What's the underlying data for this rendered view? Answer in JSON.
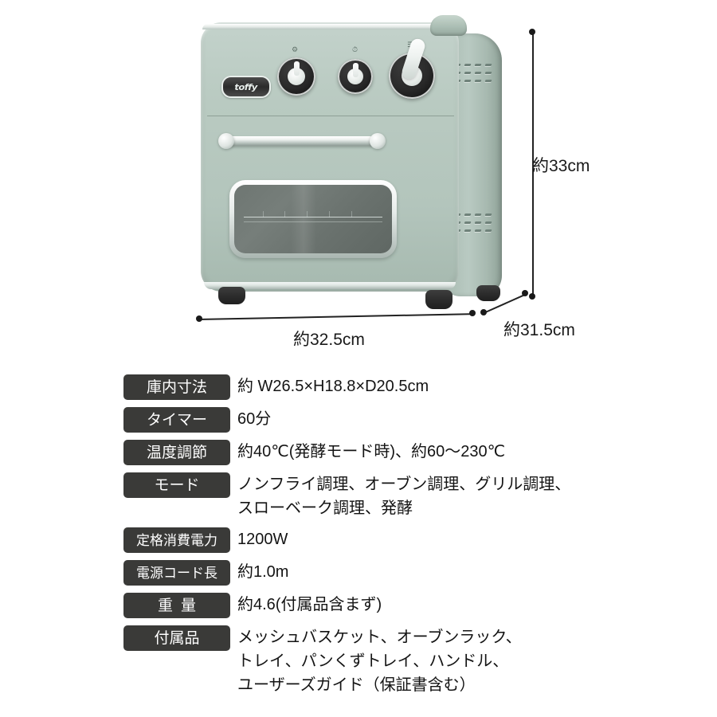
{
  "product": {
    "brand_logo": "toffy",
    "body_color": "#b5c8bf",
    "accent_dark": "#2a2a2a",
    "chrome_color": "#e7ecea",
    "knobs": [
      {
        "name": "mode-knob",
        "icon": "power-dial-icon"
      },
      {
        "name": "timer-knob",
        "icon": "timer-icon"
      },
      {
        "name": "temperature-knob",
        "icon": "temperature-icon"
      }
    ],
    "knob_icon_glyphs": {
      "mode": "⚙",
      "timer": "⏱",
      "temperature": "☲"
    }
  },
  "dimensions": {
    "height": "約33cm",
    "width": "約32.5cm",
    "depth": "約31.5cm"
  },
  "spec_table": {
    "badge_color": "#3a3a38",
    "rows": [
      {
        "label": "庫内寸法",
        "value": "約 W26.5×H18.8×D20.5cm"
      },
      {
        "label": "タイマー",
        "value": "60分"
      },
      {
        "label": "温度調節",
        "value": "約40℃(発酵モード時)、約60〜230℃"
      },
      {
        "label": "モード",
        "value": "ノンフライ調理、オーブン調理、グリル調理、\nスローベーク調理、発酵"
      },
      {
        "label": "定格消費電力",
        "value": "1200W"
      },
      {
        "label": "電源コード長",
        "value": "約1.0m"
      },
      {
        "label": "重 量",
        "value": "約4.6(付属品含まず)"
      },
      {
        "label": "付属品",
        "value": "メッシュバスケット、オーブンラック、\nトレイ、パンくずトレイ、ハンドル、\nユーザーズガイド（保証書含む）"
      }
    ]
  }
}
